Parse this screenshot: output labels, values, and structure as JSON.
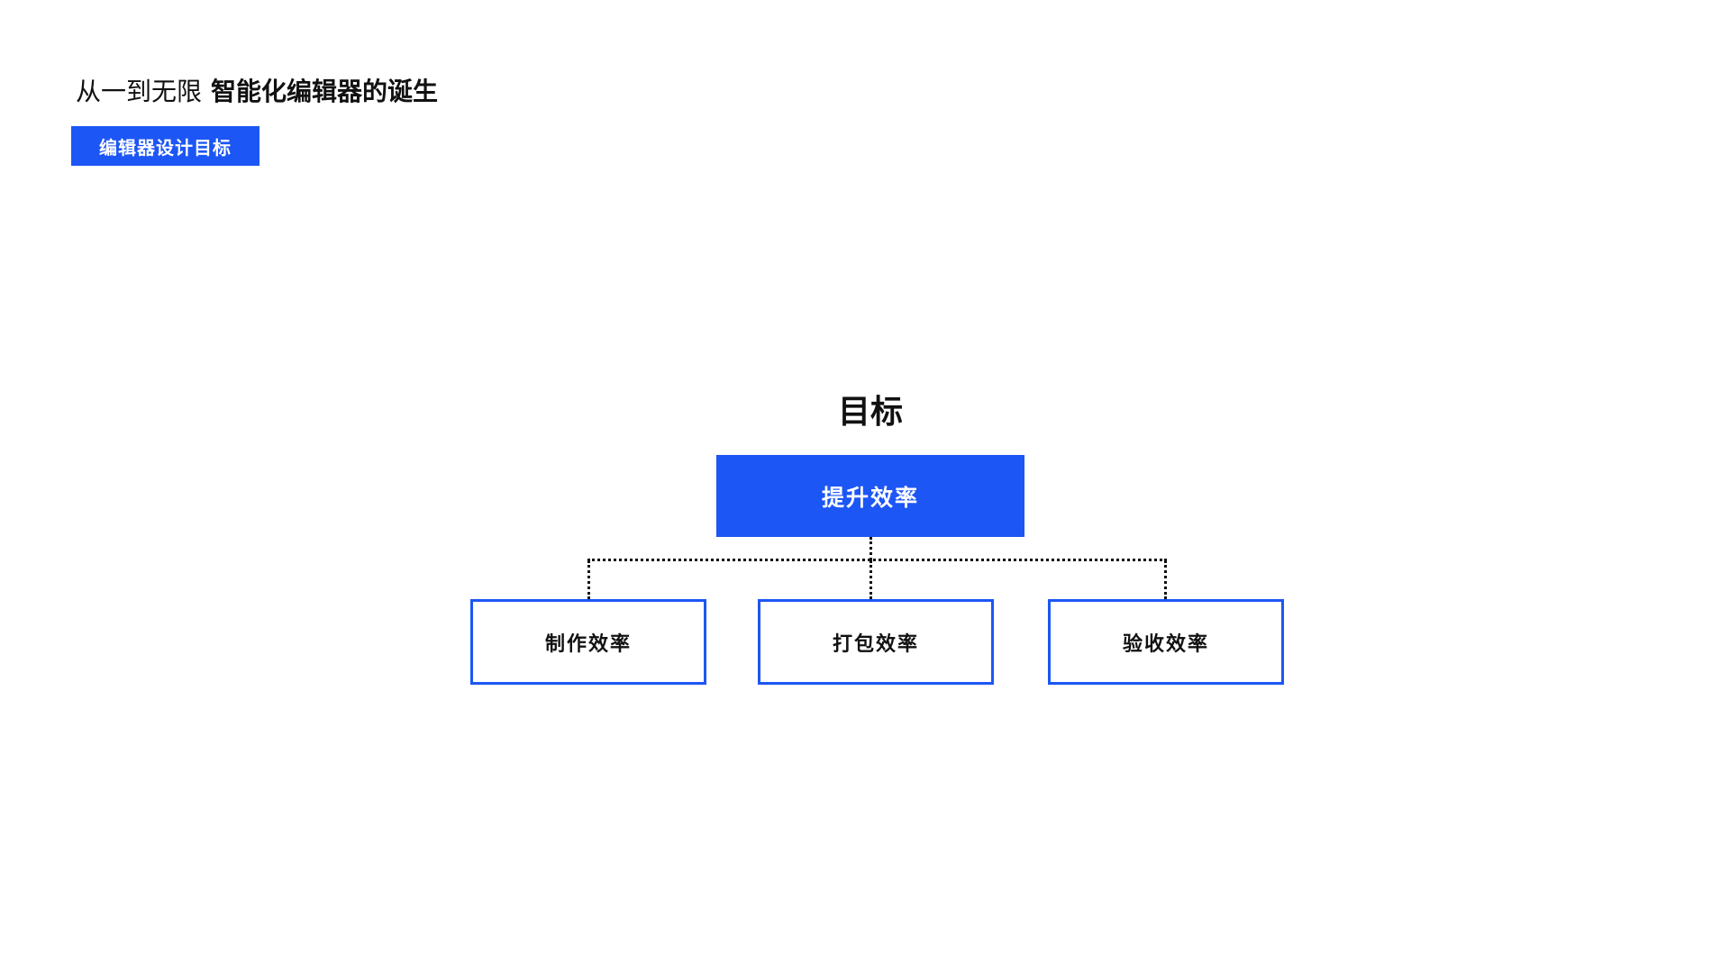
{
  "page": {
    "background_color": "#ffffff"
  },
  "header": {
    "title_regular": "从一到无限",
    "title_bold": "智能化编辑器的诞生",
    "badge_label": "编辑器设计目标"
  },
  "diagram": {
    "heading": "目标",
    "root": {
      "label": "提升效率"
    },
    "children": [
      {
        "label": "制作效率"
      },
      {
        "label": "打包效率"
      },
      {
        "label": "验收效率"
      }
    ],
    "connector_style": "dotted"
  },
  "colors": {
    "primary_blue": "#1c56f5",
    "connector_black": "#111111",
    "text_dark": "#111111",
    "text_on_blue": "#ffffff"
  }
}
